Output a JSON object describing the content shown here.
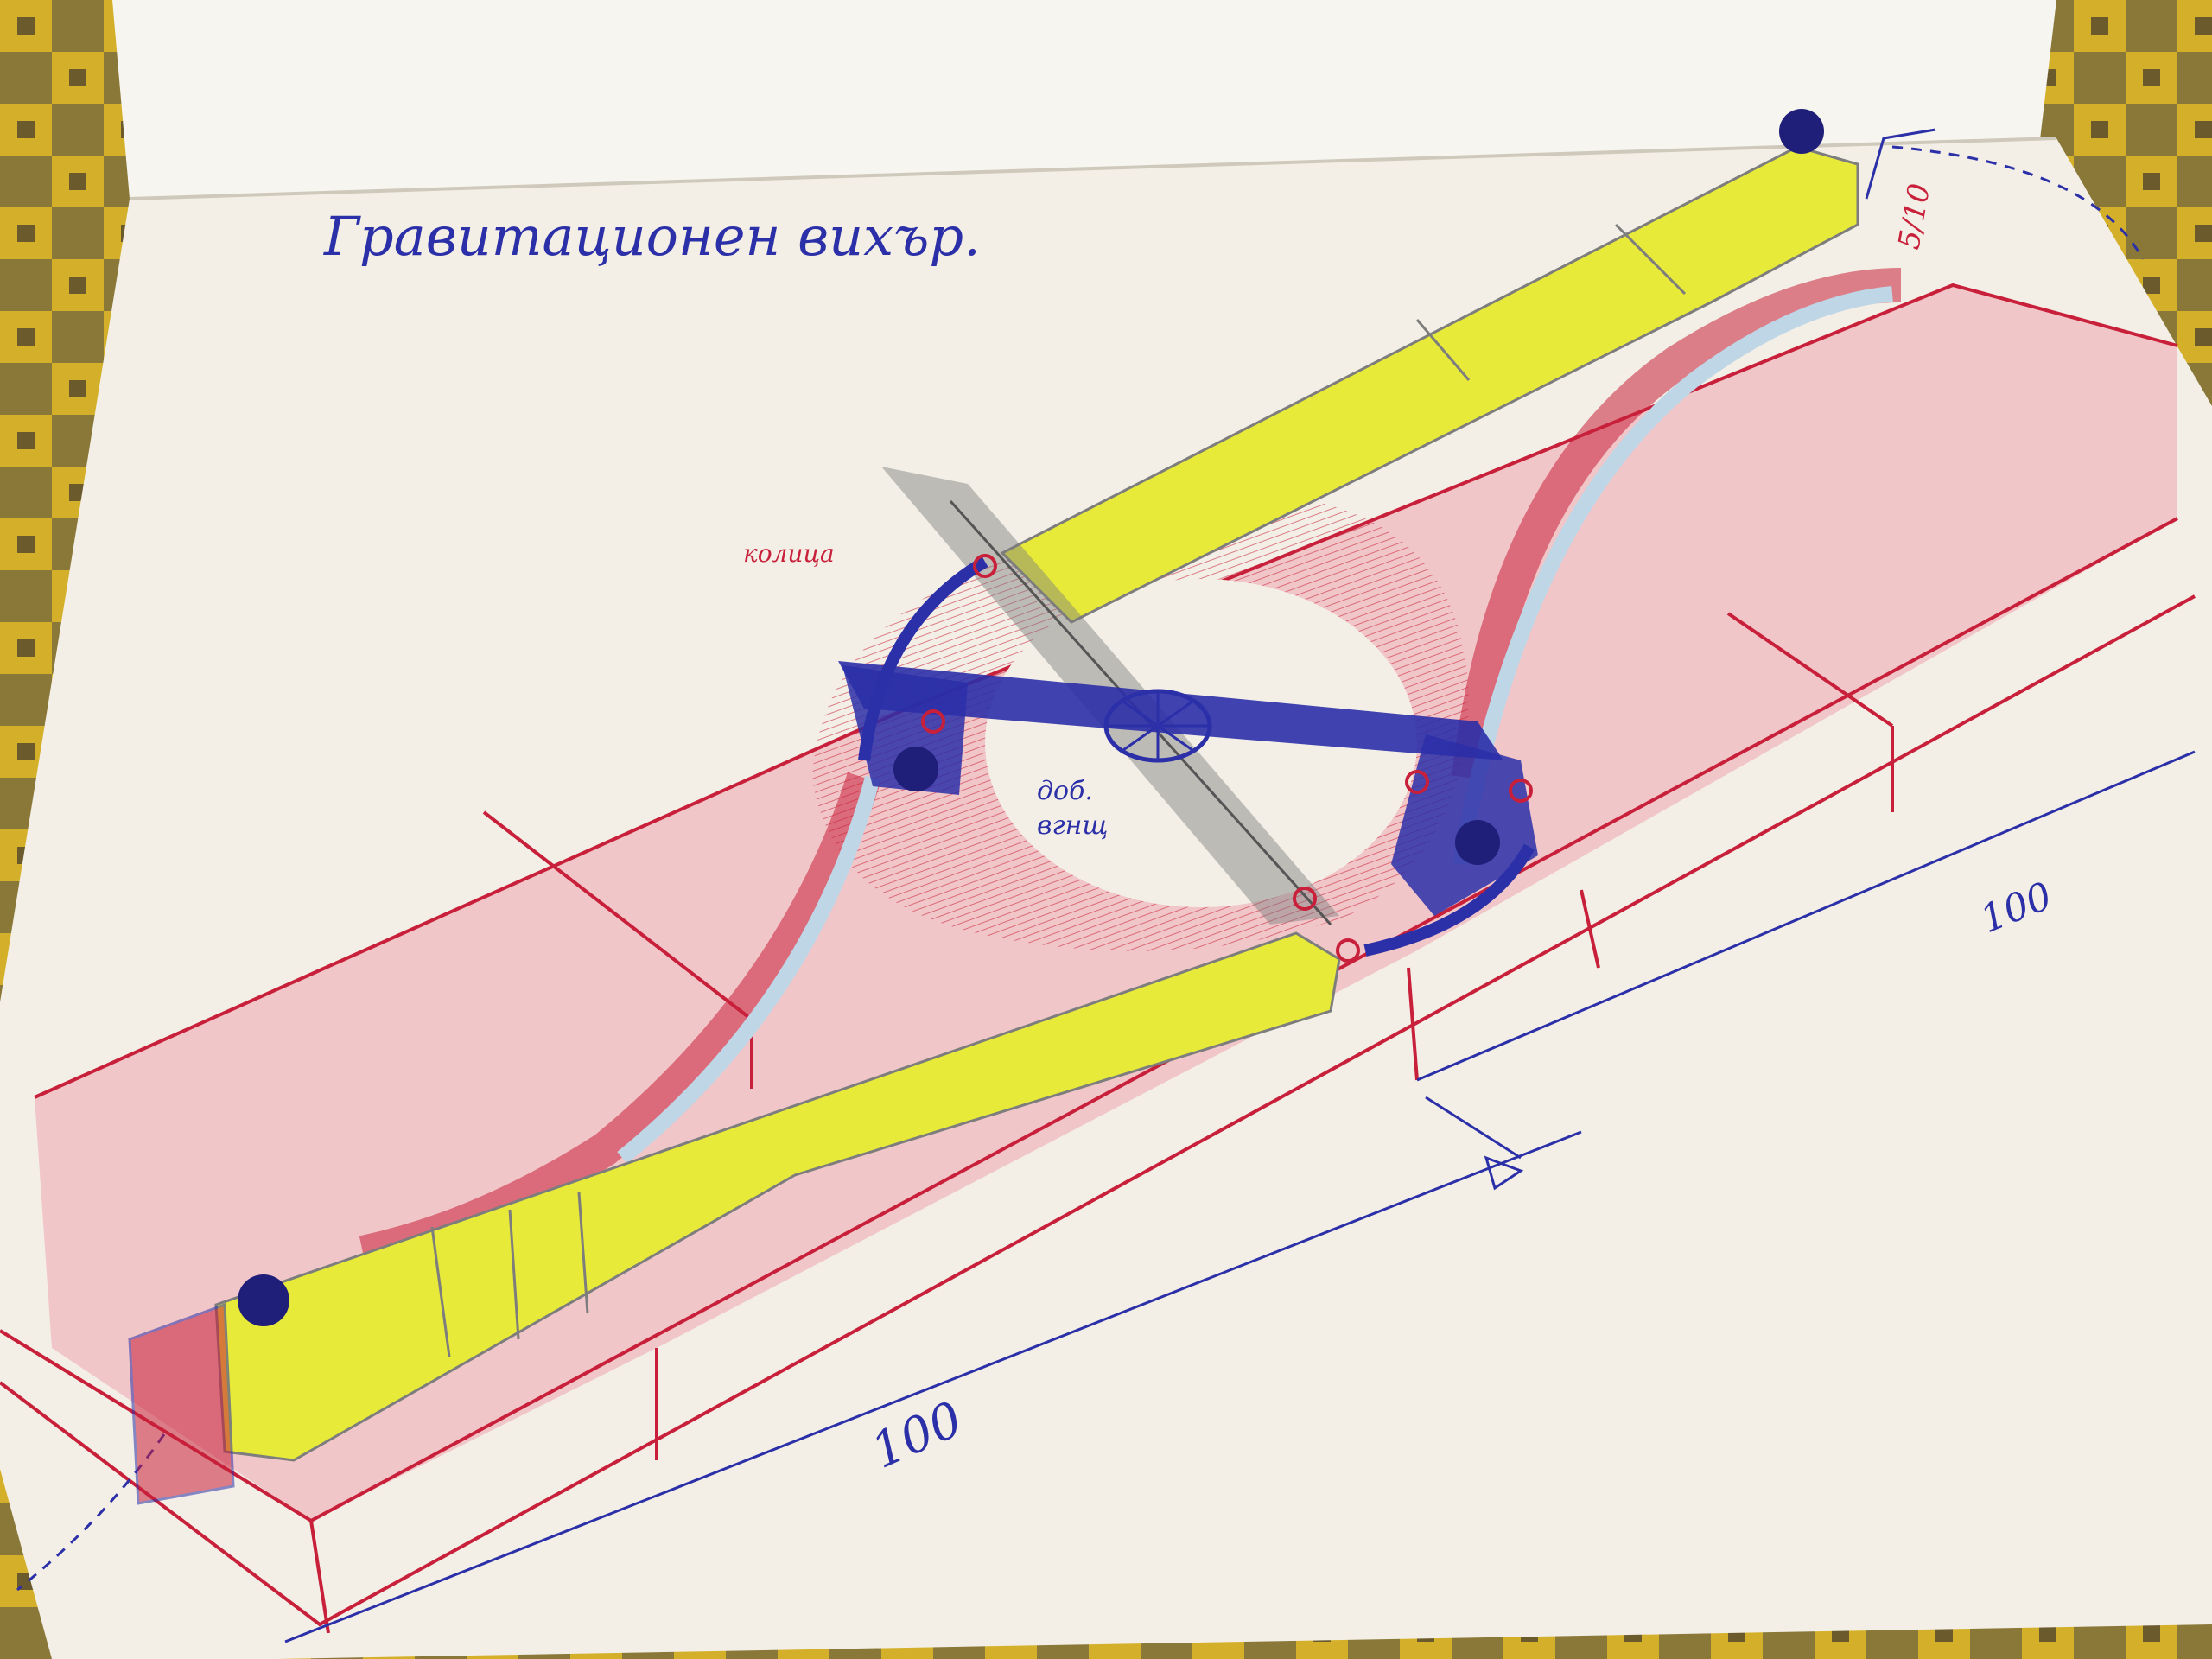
{
  "sketch": {
    "title": "Гравитационен вихър.",
    "label_rings": "колица",
    "label_top_right": "5/10",
    "label_center_line1": "доб.",
    "label_center_line2": "вгнщ",
    "dimension_right": "100",
    "dimension_bottom": "100"
  },
  "colors": {
    "paper": "#f3efe6",
    "ink_blue": "#2b2fa8",
    "ink_red": "#c8203a",
    "pencil_yellow": "#e8ea3a",
    "pencil_pink": "#f0b8bd",
    "pencil_lightblue": "#bfd6e6",
    "pencil_grey": "#7d7d7d"
  }
}
